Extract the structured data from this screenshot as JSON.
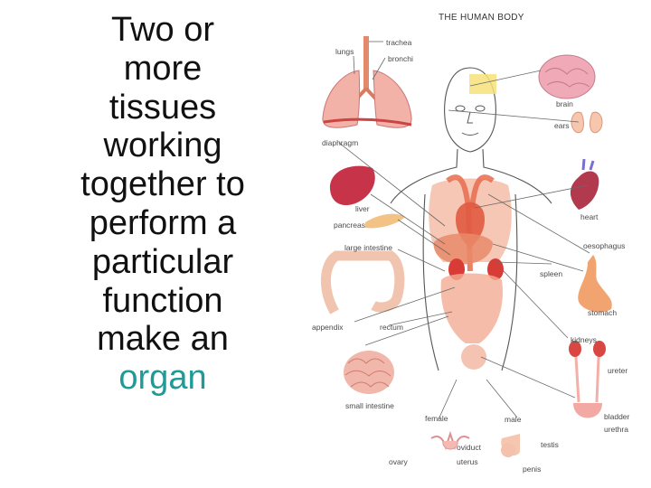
{
  "statement": {
    "lines": [
      "Two or",
      "more",
      "tissues",
      "working",
      "together to",
      "perform a",
      "particular",
      "function",
      "make an"
    ],
    "highlight": "organ",
    "highlight_color": "#1f9a96"
  },
  "diagram": {
    "title": "THE HUMAN BODY",
    "labels": {
      "lungs": "lungs",
      "trachea": "trachea",
      "bronchi": "bronchi",
      "diaphragm": "diaphragm",
      "brain": "brain",
      "ears": "ears",
      "liver": "liver",
      "pancreas": "pancreas",
      "heart": "heart",
      "large_intestine": "large intestine",
      "oesophagus": "oesophagus",
      "spleen": "spleen",
      "appendix": "appendix",
      "rectum": "rectum",
      "stomach": "stomach",
      "kidneys": "kidneys",
      "ureter": "ureter",
      "small_intestine": "small intestine",
      "bladder": "bladder",
      "urethra": "urethra",
      "female": "female",
      "male": "male",
      "oviduct": "oviduct",
      "testis": "testis",
      "ovary": "ovary",
      "uterus": "uterus",
      "penis": "penis"
    }
  }
}
